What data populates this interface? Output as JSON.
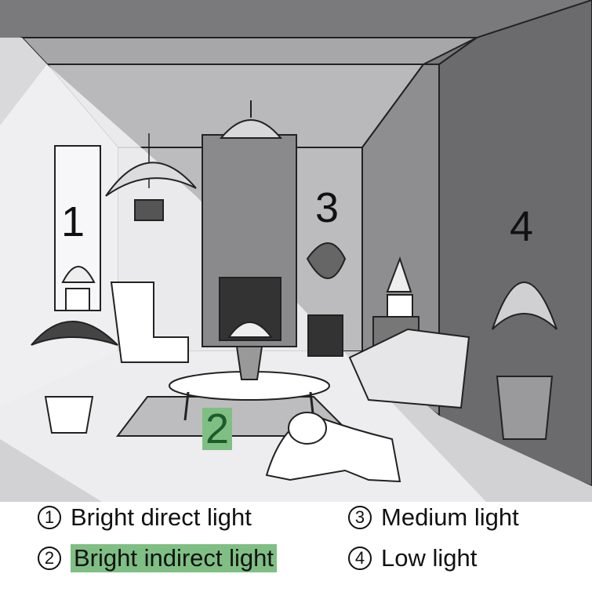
{
  "zones": [
    {
      "number": "1",
      "label": "Bright direct light"
    },
    {
      "number": "2",
      "label": "Bright indirect light"
    },
    {
      "number": "3",
      "label": "Medium light"
    },
    {
      "number": "4",
      "label": "Low light"
    }
  ],
  "colors": {
    "highlight": "#7fbf84",
    "highlight_text": "#1f5a2a",
    "wall_dark": "#6f6f71",
    "wall_mid": "#9a9a9c",
    "ceiling": "#bdbdbf",
    "floor_light": "#e8e8ea"
  },
  "icons": [
    "window-icon",
    "fern-icon",
    "plant-icon",
    "armchair-icon",
    "fireplace-icon",
    "ceiling-lamp-icon",
    "coffee-table-icon",
    "rug-icon",
    "dog-icon",
    "sofa-chair-icon",
    "fiddle-leaf-fig-icon",
    "peace-lily-icon"
  ]
}
